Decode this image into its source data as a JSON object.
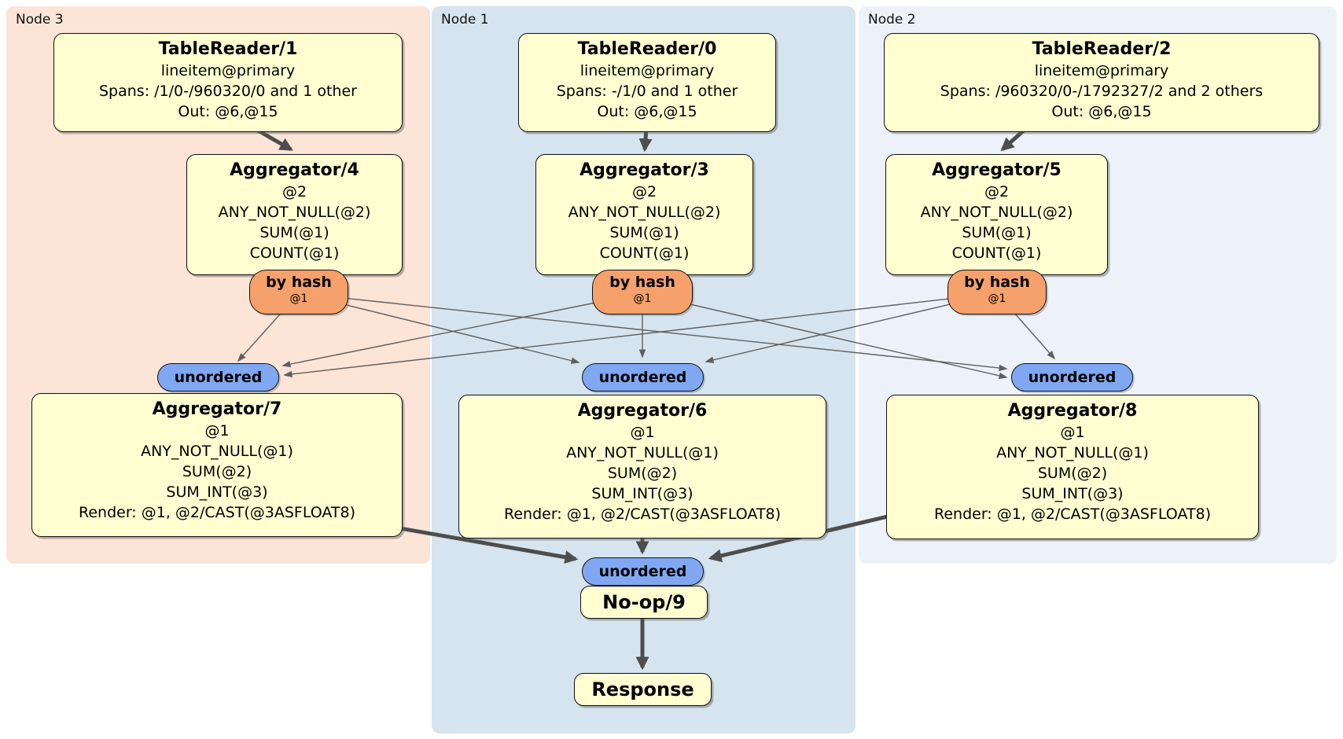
{
  "panels": [
    {
      "label": "Node 3"
    },
    {
      "label": "Node 1"
    },
    {
      "label": "Node 2"
    }
  ],
  "processors": {
    "tablereader1": {
      "title": "TableReader/1",
      "lines": [
        "lineitem@primary",
        "Spans: /1/0-/960320/0 and 1 other",
        "Out: @6,@15"
      ]
    },
    "tablereader0": {
      "title": "TableReader/0",
      "lines": [
        "lineitem@primary",
        "Spans: -/1/0 and 1 other",
        "Out: @6,@15"
      ]
    },
    "tablereader2": {
      "title": "TableReader/2",
      "lines": [
        "lineitem@primary",
        "Spans: /960320/0-/1792327/2 and 2 others",
        "Out: @6,@15"
      ]
    },
    "aggregator4": {
      "title": "Aggregator/4",
      "lines": [
        "@2",
        "ANY_NOT_NULL(@2)",
        "SUM(@1)",
        "COUNT(@1)"
      ]
    },
    "aggregator3": {
      "title": "Aggregator/3",
      "lines": [
        "@2",
        "ANY_NOT_NULL(@2)",
        "SUM(@1)",
        "COUNT(@1)"
      ]
    },
    "aggregator5": {
      "title": "Aggregator/5",
      "lines": [
        "@2",
        "ANY_NOT_NULL(@2)",
        "SUM(@1)",
        "COUNT(@1)"
      ]
    },
    "aggregator7": {
      "title": "Aggregator/7",
      "lines": [
        "@1",
        "ANY_NOT_NULL(@1)",
        "SUM(@2)",
        "SUM_INT(@3)",
        "Render: @1, @2/CAST(@3ASFLOAT8)"
      ]
    },
    "aggregator6": {
      "title": "Aggregator/6",
      "lines": [
        "@1",
        "ANY_NOT_NULL(@1)",
        "SUM(@2)",
        "SUM_INT(@3)",
        "Render: @1, @2/CAST(@3ASFLOAT8)"
      ]
    },
    "aggregator8": {
      "title": "Aggregator/8",
      "lines": [
        "@1",
        "ANY_NOT_NULL(@1)",
        "SUM(@2)",
        "SUM_INT(@3)",
        "Render: @1, @2/CAST(@3ASFLOAT8)"
      ]
    },
    "noop9": {
      "title": "No-op/9"
    },
    "response": {
      "title": "Response"
    }
  },
  "router": {
    "label": "by hash",
    "key": "@1"
  },
  "sync": {
    "label": "unordered"
  },
  "colors": {
    "node3_panel": "#fce4d6",
    "node1_panel": "#d5e4ee",
    "node2_panel": "#edf2fa",
    "processor_fill": "#ffffd2",
    "router_fill": "#f6a16b",
    "sync_fill": "#80a8f2",
    "edge_thin": "#5f5f5f",
    "edge_thick": "#4d4d4d"
  }
}
